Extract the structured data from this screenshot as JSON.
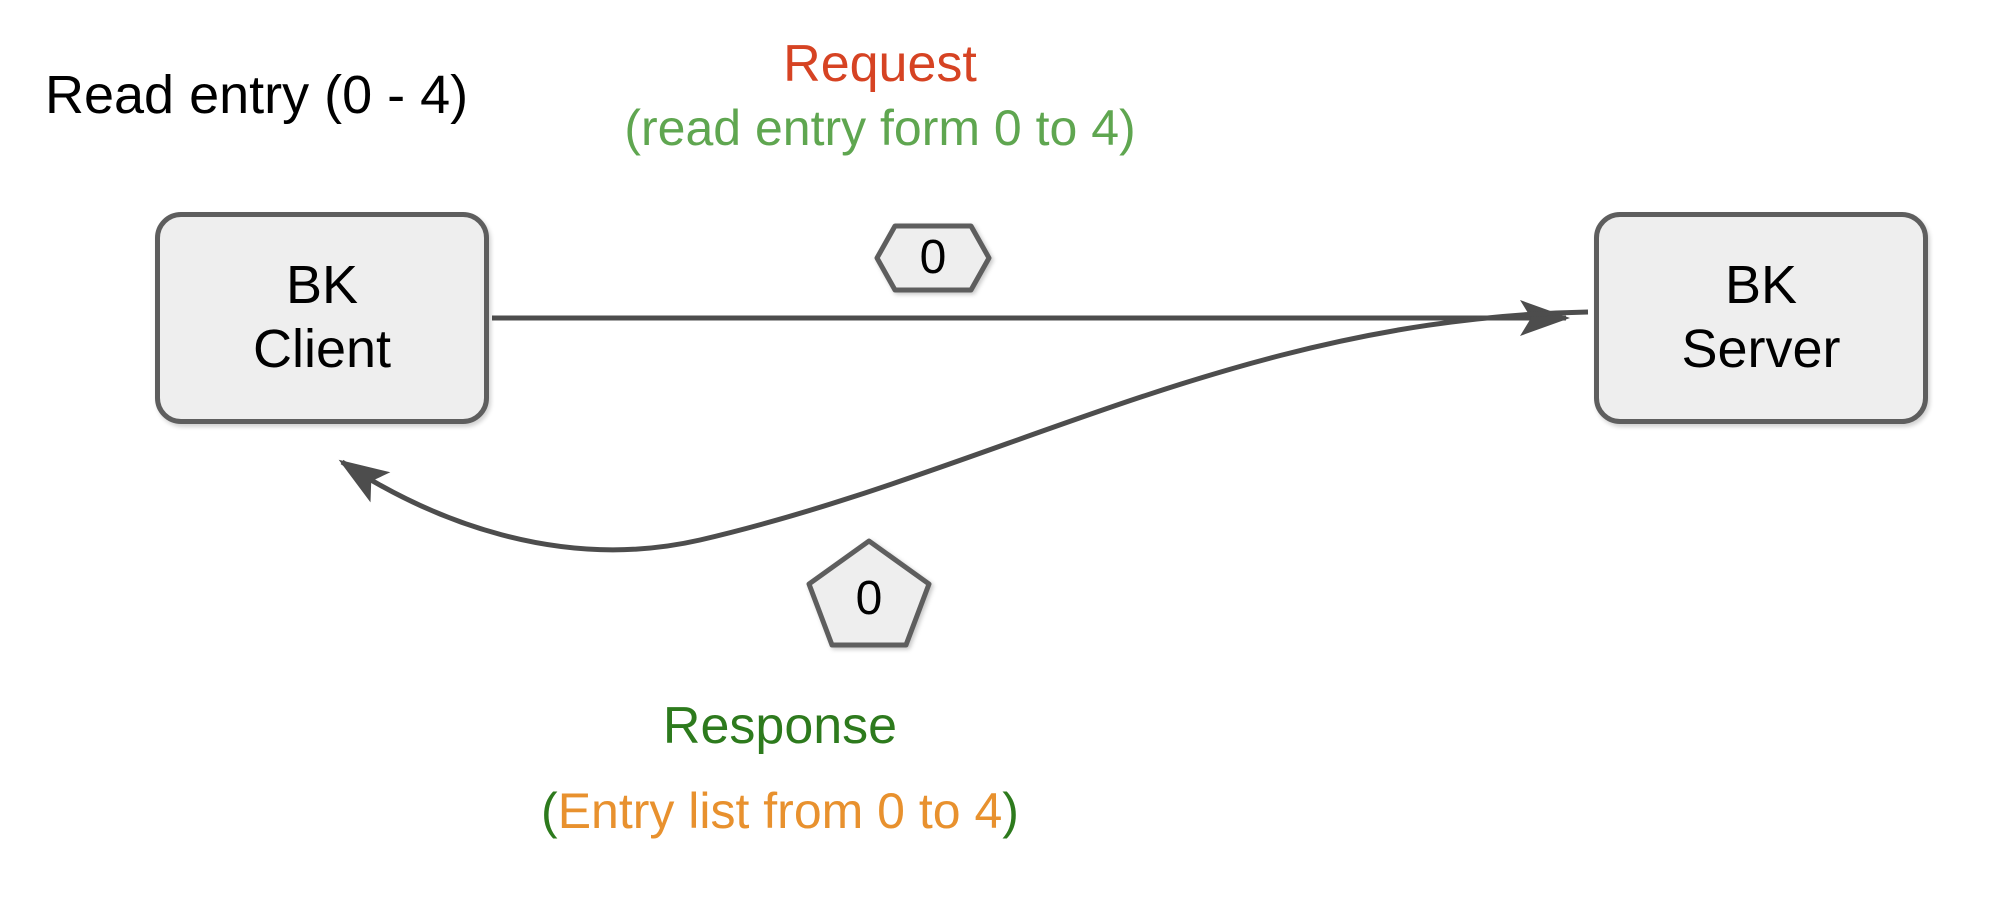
{
  "diagram": {
    "title_caption": "Read entry (0 - 4)",
    "background": "#ffffff",
    "nodes": [
      {
        "id": "bk-client",
        "line1": "BK",
        "line2": "Client",
        "fill": "#eeeeee",
        "stroke": "#5e5e5e"
      },
      {
        "id": "bk-server",
        "line1": "BK",
        "line2": "Server",
        "fill": "#eeeeee",
        "stroke": "#5e5e5e"
      }
    ],
    "request": {
      "title": "Request",
      "title_color": "#d64323",
      "detail": "(read entry form 0 to 4)",
      "detail_color": "#5fa650",
      "badge": "0",
      "badge_shape": "hexagon"
    },
    "response": {
      "title": "Response",
      "title_color": "#2d7a1d",
      "detail_open_paren": "(",
      "detail_inner": "Entry list from 0 to 4",
      "detail_close_paren": ")",
      "paren_color": "#2d7a1d",
      "inner_color": "#e8912e",
      "badge": "0",
      "badge_shape": "pentagon"
    },
    "edges": [
      {
        "id": "request-edge",
        "from": "bk-client",
        "to": "bk-server",
        "style": "straight",
        "color": "#4d4d4d"
      },
      {
        "id": "response-edge",
        "from": "bk-server",
        "to": "bk-client",
        "style": "curved",
        "color": "#4d4d4d"
      }
    ]
  }
}
